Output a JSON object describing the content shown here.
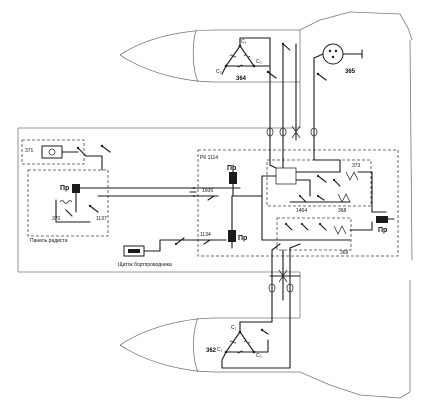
{
  "labels": {
    "a364": "364",
    "a365": "365",
    "a362": "362",
    "a371": "371",
    "a370": "370",
    "a1137": "1137",
    "a1606": "1606",
    "a1134": "1134",
    "a1464": "1464",
    "a373": "373",
    "a368": "368",
    "a369": "369",
    "rk": "РК 1114",
    "panel": "Панель радиста",
    "shield": "Щиток бортпроводника",
    "pr1": "Пр",
    "pr2": "Пр",
    "pr3": "Пр",
    "pr4": "Пр",
    "c1": "С₁",
    "c2": "С₂",
    "c3": "С₃",
    "c1b": "С₁",
    "c2b": "С₂",
    "c3b": "С₃"
  },
  "colors": {
    "line": "#1a1a1a",
    "outline": "#777777",
    "background": "#ffffff"
  }
}
